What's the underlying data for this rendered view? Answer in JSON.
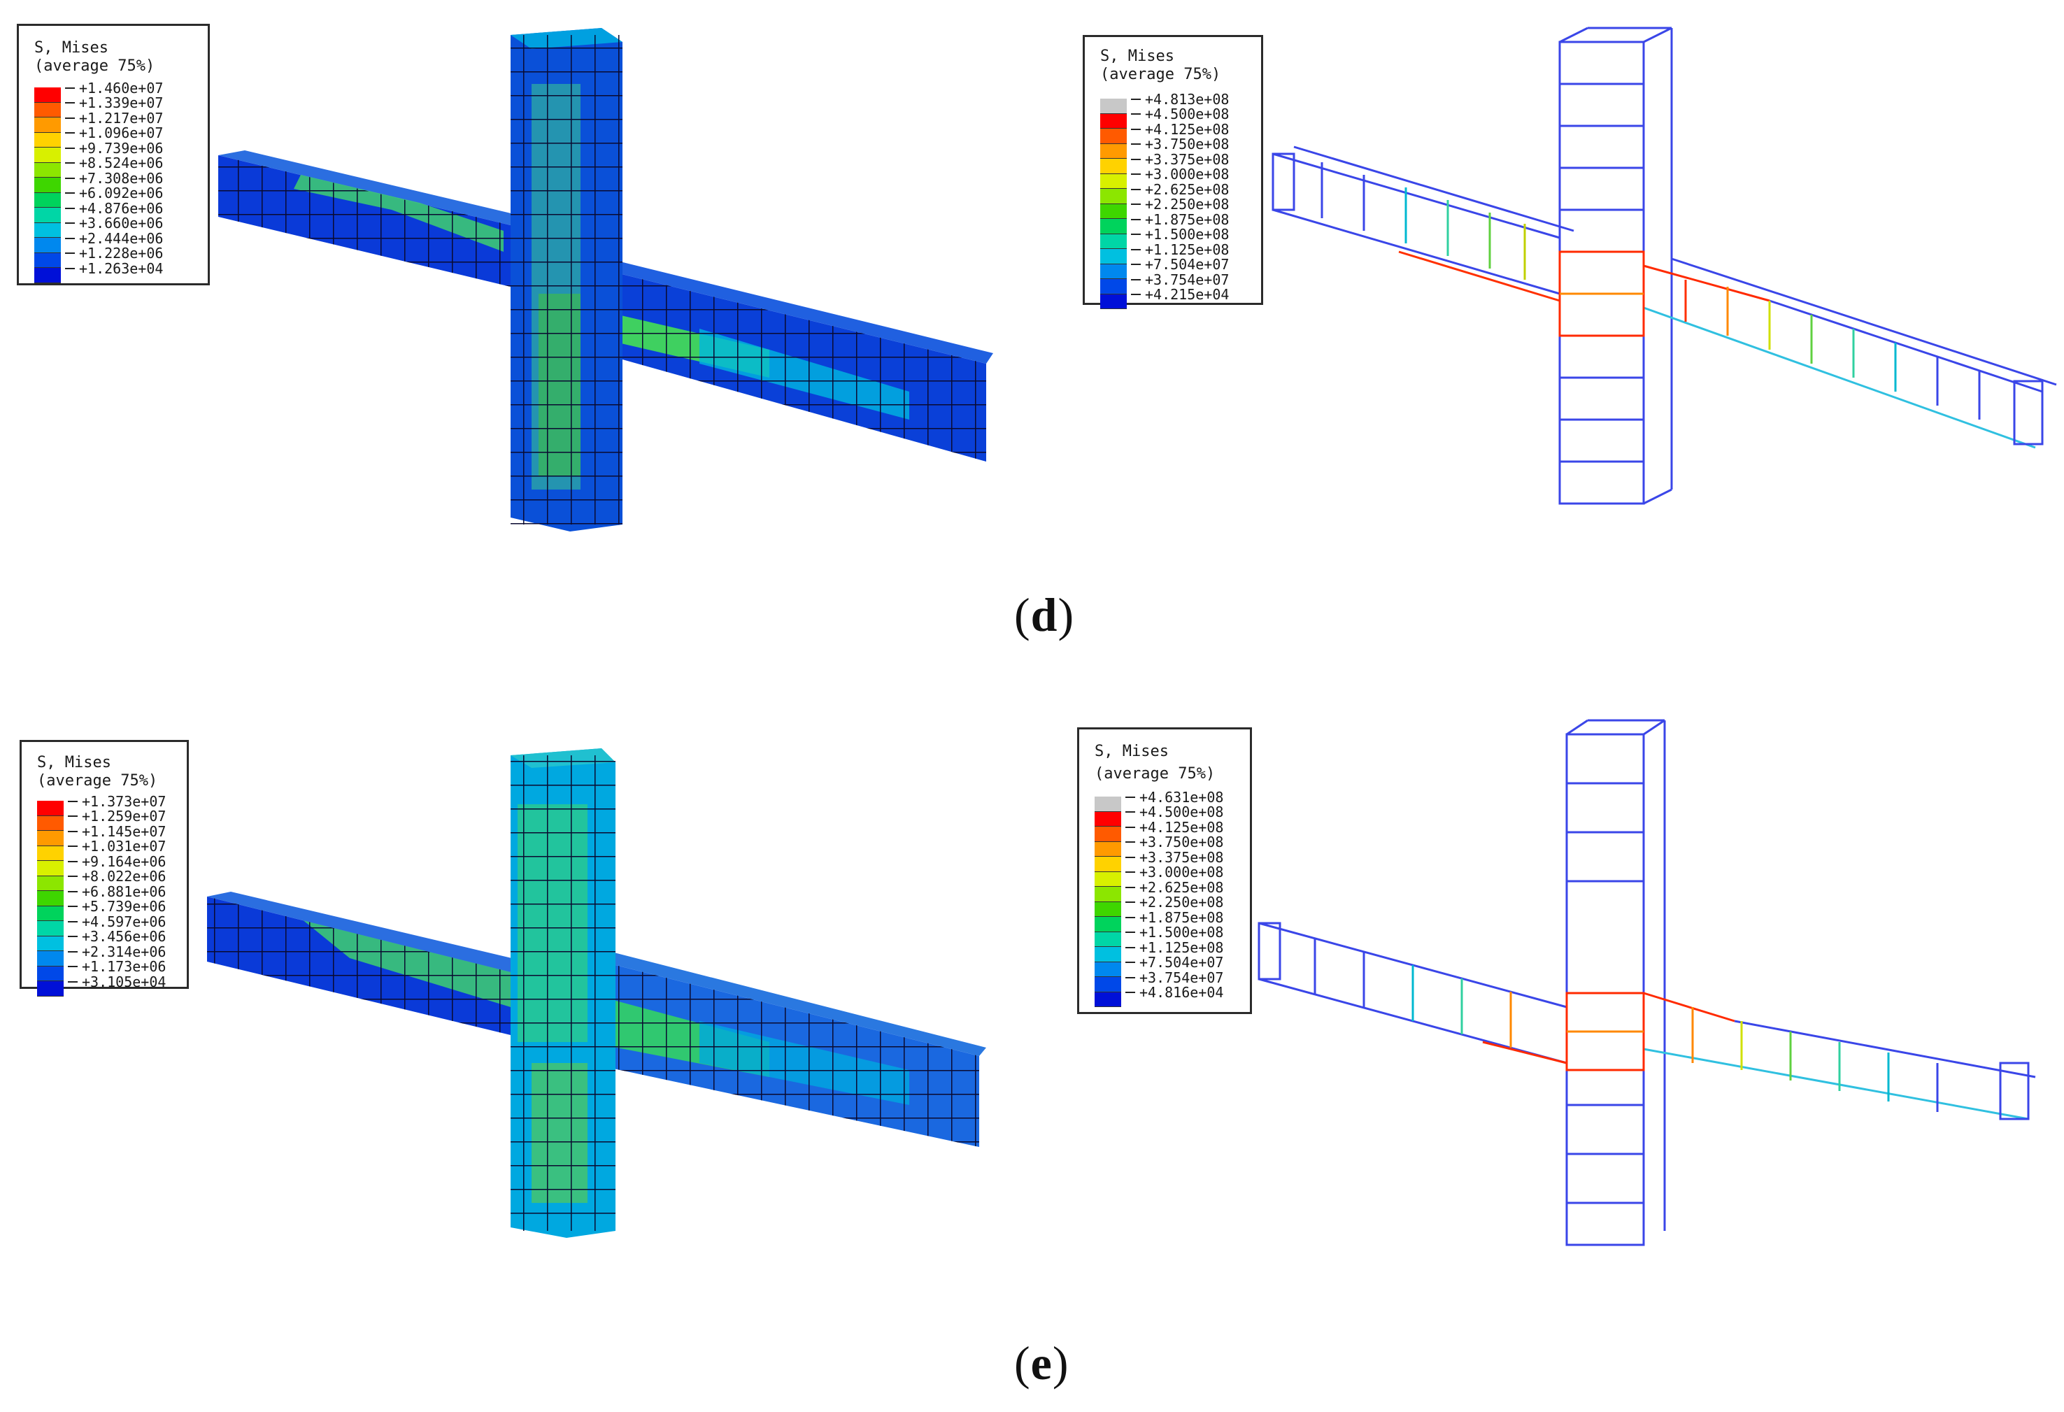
{
  "captions": {
    "d": "d",
    "e": "e"
  },
  "legend_title": {
    "line1": "S, Mises",
    "line2": "(average 75%)"
  },
  "panels": {
    "d_solid": {
      "values": [
        "+1.460e+07",
        "+1.339e+07",
        "+1.217e+07",
        "+1.096e+07",
        "+9.739e+06",
        "+8.524e+06",
        "+7.308e+06",
        "+6.092e+06",
        "+4.876e+06",
        "+3.660e+06",
        "+2.444e+06",
        "+1.228e+06",
        "+1.263e+04"
      ],
      "colors": [
        "#ff0000",
        "#ff5a00",
        "#ff9a00",
        "#ffd200",
        "#d8f000",
        "#8ce600",
        "#3ed600",
        "#00d35c",
        "#00d6a6",
        "#00c0e0",
        "#0088ee",
        "#0048e8",
        "#0010d8"
      ]
    },
    "d_rebar": {
      "values": [
        "+4.813e+08",
        "+4.500e+08",
        "+4.125e+08",
        "+3.750e+08",
        "+3.375e+08",
        "+3.000e+08",
        "+2.625e+08",
        "+2.250e+08",
        "+1.875e+08",
        "+1.500e+08",
        "+1.125e+08",
        "+7.504e+07",
        "+3.754e+07",
        "+4.215e+04"
      ],
      "colors": [
        "#c8c8c8",
        "#ff0000",
        "#ff5a00",
        "#ff9a00",
        "#ffd200",
        "#d8f000",
        "#8ce600",
        "#3ed600",
        "#00d35c",
        "#00d6a6",
        "#00c0e0",
        "#0088ee",
        "#0048e8",
        "#0010d8"
      ]
    },
    "e_solid": {
      "values": [
        "+1.373e+07",
        "+1.259e+07",
        "+1.145e+07",
        "+1.031e+07",
        "+9.164e+06",
        "+8.022e+06",
        "+6.881e+06",
        "+5.739e+06",
        "+4.597e+06",
        "+3.456e+06",
        "+2.314e+06",
        "+1.173e+06",
        "+3.105e+04"
      ],
      "colors": [
        "#ff0000",
        "#ff5a00",
        "#ff9a00",
        "#ffd200",
        "#d8f000",
        "#8ce600",
        "#3ed600",
        "#00d35c",
        "#00d6a6",
        "#00c0e0",
        "#0088ee",
        "#0048e8",
        "#0010d8"
      ]
    },
    "e_rebar": {
      "values": [
        "+4.631e+08",
        "+4.500e+08",
        "+4.125e+08",
        "+3.750e+08",
        "+3.375e+08",
        "+3.000e+08",
        "+2.625e+08",
        "+2.250e+08",
        "+1.875e+08",
        "+1.500e+08",
        "+1.125e+08",
        "+7.504e+07",
        "+3.754e+07",
        "+4.816e+04"
      ],
      "colors": [
        "#c8c8c8",
        "#ff0000",
        "#ff5a00",
        "#ff9a00",
        "#ffd200",
        "#d8f000",
        "#8ce600",
        "#3ed600",
        "#00d35c",
        "#00d6a6",
        "#00c0e0",
        "#0088ee",
        "#0048e8",
        "#0010d8"
      ]
    }
  }
}
